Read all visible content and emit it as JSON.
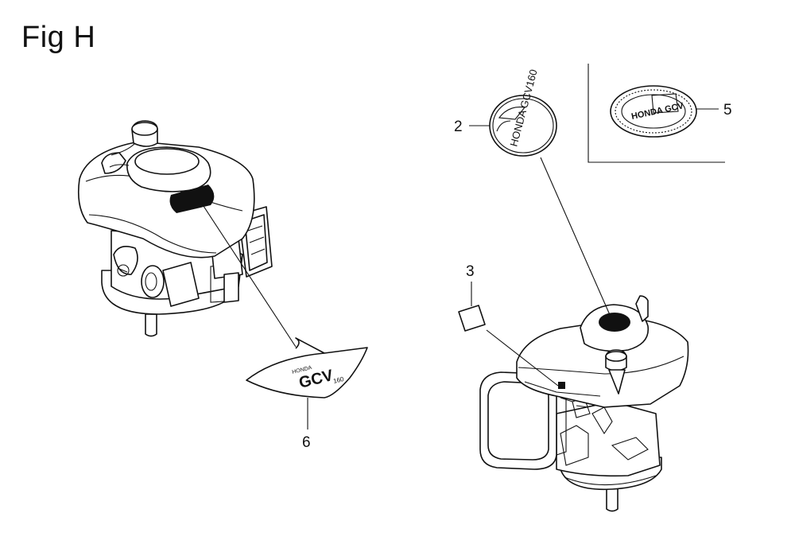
{
  "figure": {
    "title": "Fig H",
    "callouts": [
      {
        "id": "2",
        "label": "2"
      },
      {
        "id": "3",
        "label": "3"
      },
      {
        "id": "5",
        "label": "5"
      },
      {
        "id": "6",
        "label": "6"
      }
    ],
    "decals": {
      "cap_emblem_text": "HONDA GCV160",
      "cap_emblem_alt_text": "HONDA GCV",
      "shroud_label_text": "GCV",
      "shroud_label_small": "HONDA",
      "shroud_label_sub": "160"
    }
  }
}
